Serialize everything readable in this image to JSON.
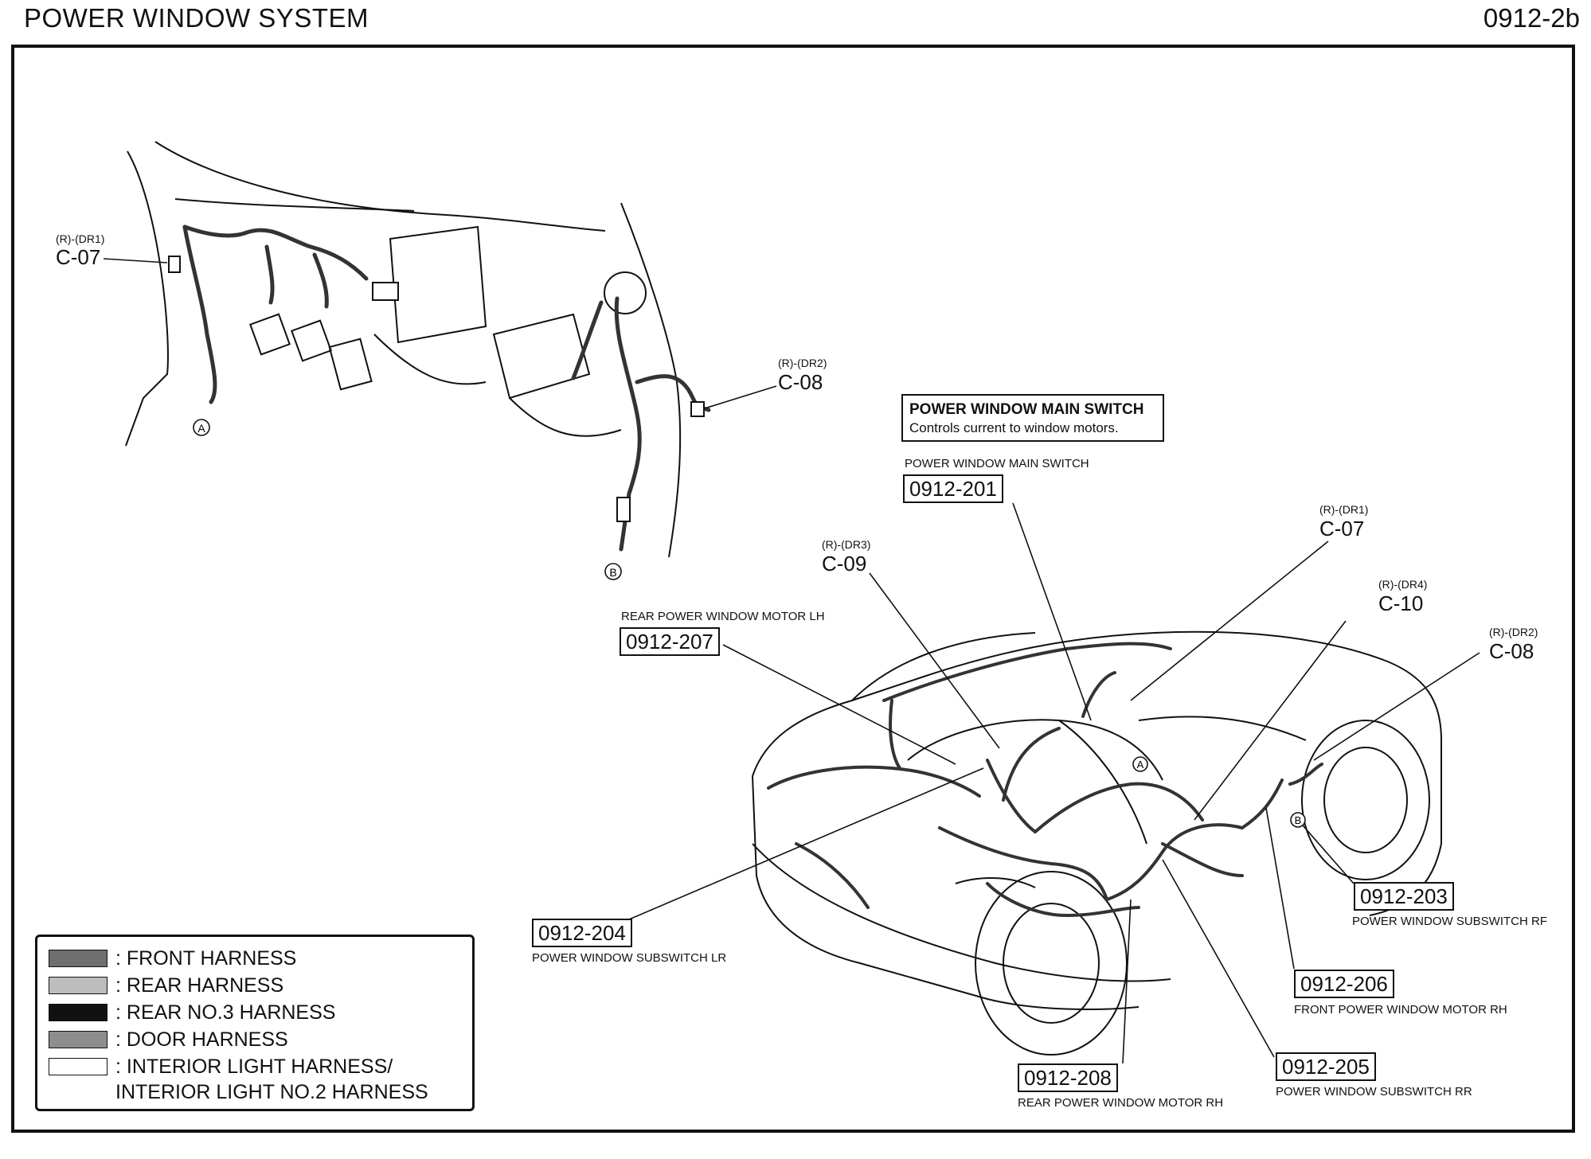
{
  "header": {
    "title": "POWER WINDOW SYSTEM",
    "code": "0912-2b"
  },
  "callout": {
    "title": "POWER WINDOW MAIN SWITCH",
    "description": "Controls current to window motors."
  },
  "connectors": {
    "c07_top": {
      "sub": "(R)-(DR1)",
      "id": "C-07"
    },
    "c08_top": {
      "sub": "(R)-(DR2)",
      "id": "C-08"
    },
    "c09": {
      "sub": "(R)-(DR3)",
      "id": "C-09"
    },
    "c07_main": {
      "sub": "(R)-(DR1)",
      "id": "C-07"
    },
    "c10": {
      "sub": "(R)-(DR4)",
      "id": "C-10"
    },
    "c08_main": {
      "sub": "(R)-(DR2)",
      "id": "C-08"
    }
  },
  "components": {
    "c201": {
      "code": "0912-201",
      "label": "POWER WINDOW MAIN SWITCH"
    },
    "c207": {
      "code": "0912-207",
      "label": "REAR POWER WINDOW MOTOR LH"
    },
    "c204": {
      "code": "0912-204",
      "label": "POWER WINDOW SUBSWITCH LR"
    },
    "c203": {
      "code": "0912-203",
      "label": "POWER WINDOW SUBSWITCH RF"
    },
    "c206": {
      "code": "0912-206",
      "label": "FRONT POWER WINDOW MOTOR RH"
    },
    "c205": {
      "code": "0912-205",
      "label": "POWER WINDOW SUBSWITCH RR"
    },
    "c208": {
      "code": "0912-208",
      "label": "REAR POWER WINDOW MOTOR RH"
    }
  },
  "markers": {
    "a": "A",
    "b": "B"
  },
  "legend": [
    {
      "label": ": FRONT HARNESS",
      "swatch": "#6f6f6f"
    },
    {
      "label": ": REAR HARNESS",
      "swatch": "#bdbdbd"
    },
    {
      "label": ": REAR NO.3 HARNESS",
      "swatch": "#111111"
    },
    {
      "label": ": DOOR HARNESS",
      "swatch": "#8d8d8d"
    },
    {
      "label": ": INTERIOR LIGHT HARNESS/",
      "swatch": "#ffffff"
    },
    {
      "label": "INTERIOR LIGHT NO.2 HARNESS",
      "swatch": ""
    }
  ]
}
